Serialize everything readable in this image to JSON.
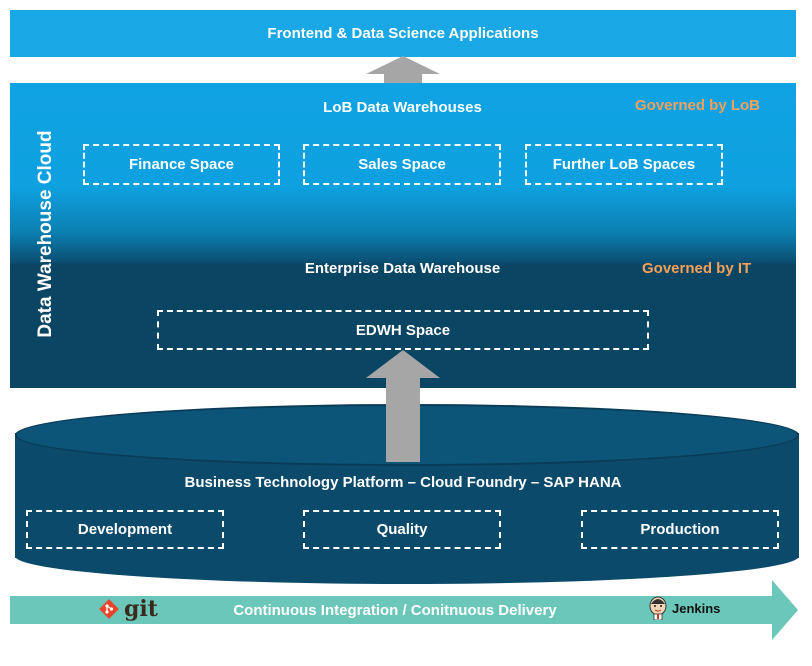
{
  "top_banner": {
    "label": "Frontend & Data Science Applications"
  },
  "dwc": {
    "vertical_title": "Data Warehouse Cloud",
    "lob": {
      "title": "LoB Data Warehouses",
      "governed": "Governed by LoB",
      "spaces": [
        "Finance Space",
        "Sales Space",
        "Further LoB Spaces"
      ]
    },
    "enterprise": {
      "title": "Enterprise Data Warehouse",
      "governed": "Governed by IT",
      "space": "EDWH Space"
    }
  },
  "platform": {
    "title": "Business Technology Platform – Cloud Foundry – SAP HANA",
    "environments": [
      "Development",
      "Quality",
      "Production"
    ]
  },
  "cicd": {
    "label": "Continuous Integration / Conitnuous Delivery",
    "git_label": "git",
    "jenkins_label": "Jenkins"
  },
  "colors": {
    "banner": "#1aa7e6",
    "dwc_top": "#10a3e3",
    "dwc_bottom": "#0a4563",
    "cylinder": "#0b4a6b",
    "governed_text": "#f4a15a",
    "cicd_bar": "#6cc7bb",
    "arrow": "#a6a6a6"
  },
  "icons": [
    "git-logo-icon",
    "jenkins-logo-icon"
  ]
}
